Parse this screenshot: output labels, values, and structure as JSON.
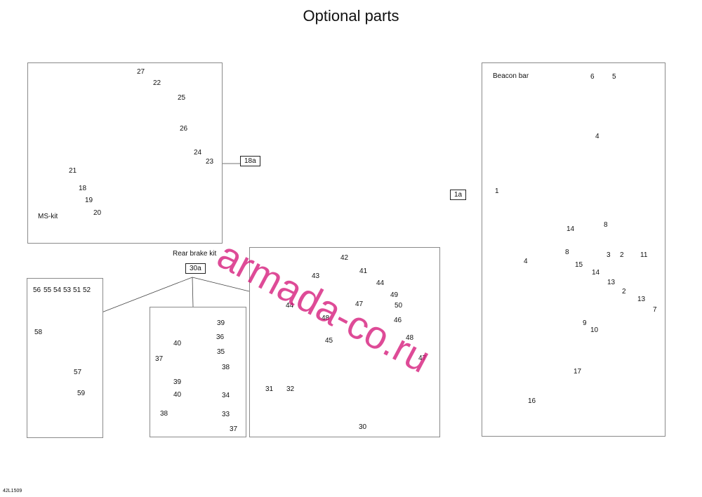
{
  "title": "Optional parts",
  "footer_code": "42L1509",
  "watermark": "armada-co.ru",
  "colors": {
    "watermark": "#d6197a",
    "panel_border": "#8a8a8a"
  },
  "panels": {
    "ms_kit": {
      "label": "MS-kit",
      "ref": "18a",
      "numbers": [
        "27",
        "22",
        "25",
        "26",
        "24",
        "23",
        "21",
        "18",
        "19",
        "20"
      ]
    },
    "rear_brake": {
      "label": "Rear brake kit",
      "ref": "30a"
    },
    "wiring": {
      "numbers": [
        "56",
        "55",
        "54",
        "53",
        "51",
        "52",
        "58",
        "57",
        "59"
      ]
    },
    "brake_bracket": {
      "numbers": [
        "39",
        "36",
        "40",
        "35",
        "37",
        "38",
        "39",
        "34",
        "40",
        "38",
        "33",
        "37"
      ]
    },
    "brake_main": {
      "numbers": [
        "42",
        "41",
        "43",
        "44",
        "44",
        "49",
        "50",
        "47",
        "48",
        "46",
        "48",
        "45",
        "47",
        "31",
        "32",
        "30"
      ]
    },
    "beacon": {
      "label": "Beacon bar",
      "ref": "1a",
      "numbers": [
        "6",
        "5",
        "4",
        "1",
        "8",
        "14",
        "8",
        "2",
        "3",
        "11",
        "15",
        "4",
        "14",
        "13",
        "2",
        "13",
        "7",
        "9",
        "10",
        "17",
        "16"
      ]
    }
  }
}
